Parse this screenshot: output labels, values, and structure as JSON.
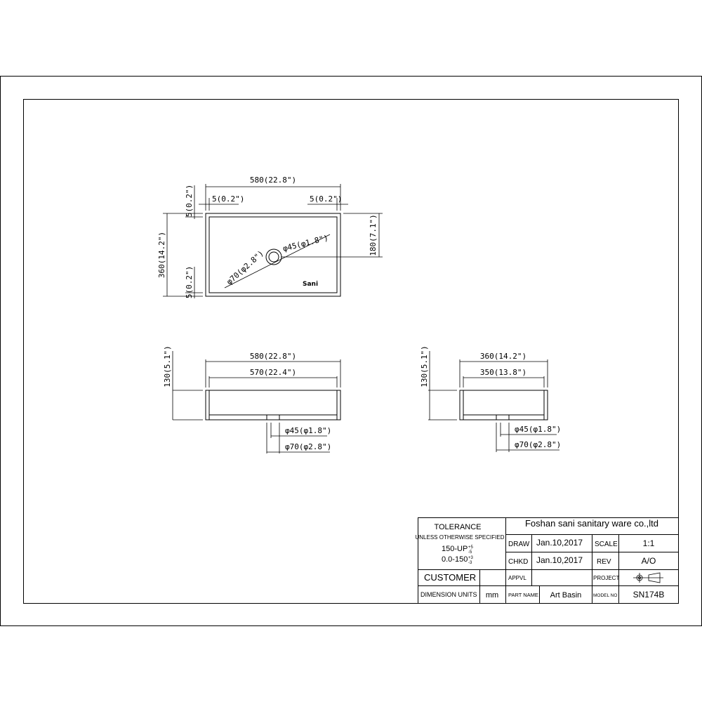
{
  "top_view": {
    "overall_width": "580(22.8\")",
    "left_rim": "5(0.2\")",
    "right_rim": "5(0.2\")",
    "top_rim": "5(0.2\")",
    "bottom_rim": "5(0.2\")",
    "overall_depth": "360(14.2\")",
    "drain_offset": "180(7.1\")",
    "drain_inner": "φ45(φ1.8\")",
    "drain_outer": "φ70(φ2.8\")",
    "logo": "Sani"
  },
  "front_view": {
    "outer_width": "580(22.8\")",
    "inner_width": "570(22.4\")",
    "height": "130(5.1\")",
    "drain_inner": "φ45(φ1.8\")",
    "drain_outer": "φ70(φ2.8\")"
  },
  "side_view": {
    "outer_width": "360(14.2\")",
    "inner_width": "350(13.8\")",
    "height": "130(5.1\")",
    "drain_inner": "φ45(φ1.8\")",
    "drain_outer": "φ70(φ2.8\")"
  },
  "title_block": {
    "tolerance": "TOLERANCE",
    "unless": "UNLESS OTHERWISE SPECIFIED",
    "tol_1_range": "150-UP",
    "tol_1_upper": "+5",
    "tol_1_lower": "-5",
    "tol_2_range": "0.0-150",
    "tol_2_upper": "+3",
    "tol_2_lower": "-3",
    "customer": "CUSTOMER",
    "dimension_units": "DIMENSION UNITS",
    "units": "mm",
    "company": "Foshan sani sanitary ware co.,ltd",
    "draw_label": "DRAW",
    "draw_date": "Jan.10,2017",
    "scale_label": "SCALE",
    "scale": "1:1",
    "chkd_label": "CHKD",
    "chkd_date": "Jan.10,2017",
    "rev_label": "REV",
    "rev": "A/O",
    "appvl_label": "APPVL",
    "project_label": "PROJECT",
    "part_name_label": "PART NAME",
    "part_name": "Art Basin",
    "model_label": "MODEL NO",
    "model_no": "SN174B"
  }
}
